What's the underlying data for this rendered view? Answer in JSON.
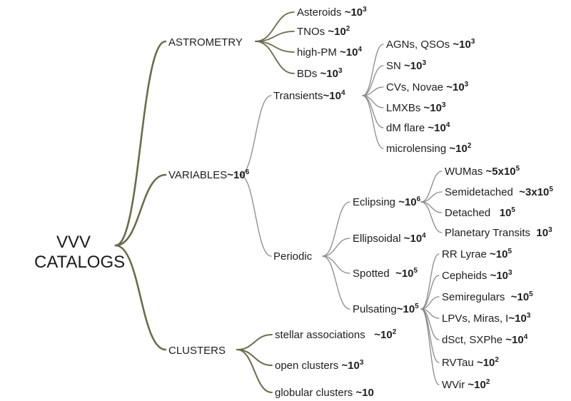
{
  "root": {
    "line1": "VVV",
    "line2": "CATALOGS"
  },
  "branches": {
    "astrometry": "ASTROMETRY",
    "variables": {
      "name": "VARIABLES",
      "count": {
        "pre": "~10",
        "exp": "6"
      }
    },
    "clusters": "CLUSTERS"
  },
  "astrometry_items": [
    {
      "name": "Asteroids",
      "count": {
        "pre": "~10",
        "exp": "3"
      }
    },
    {
      "name": "TNOs",
      "count": {
        "pre": "~10",
        "exp": "2"
      }
    },
    {
      "name": "high-PM",
      "count": {
        "pre": "~10",
        "exp": "4"
      }
    },
    {
      "name": "BDs",
      "count": {
        "pre": "~10",
        "exp": "3"
      }
    }
  ],
  "variables_groups": {
    "transients": {
      "name": "Transients",
      "count": {
        "pre": "~10",
        "exp": "4"
      }
    },
    "periodic": {
      "name": "Periodic"
    }
  },
  "transient_items": [
    {
      "name": "AGNs, QSOs",
      "count": {
        "pre": "~10",
        "exp": "3"
      }
    },
    {
      "name": "SN",
      "count": {
        "pre": "~10",
        "exp": "3"
      }
    },
    {
      "name": "CVs, Novae",
      "count": {
        "pre": "~10",
        "exp": "3"
      }
    },
    {
      "name": "LMXBs",
      "count": {
        "pre": "~10",
        "exp": "3"
      }
    },
    {
      "name": "dM flare",
      "count": {
        "pre": "~10",
        "exp": "4"
      }
    },
    {
      "name": "microlensing",
      "count": {
        "pre": "~10",
        "exp": "2"
      }
    }
  ],
  "periodic_items": {
    "eclipsing": {
      "name": "Eclipsing",
      "count": {
        "pre": "~10",
        "exp": "6"
      }
    },
    "ellipsoidal": {
      "name": "Ellipsoidal",
      "count": {
        "pre": "~10",
        "exp": "4"
      }
    },
    "spotted": {
      "name": "Spotted",
      "count": {
        "pre": "~10",
        "exp": "5"
      }
    },
    "pulsating": {
      "name": "Pulsating",
      "count": {
        "pre": "~10",
        "exp": "5"
      }
    }
  },
  "eclipsing_items": [
    {
      "name": "WUMas",
      "count": {
        "pre": "~5x10",
        "exp": "5"
      }
    },
    {
      "name": "Semidetached",
      "count": {
        "pre": "~3x10",
        "exp": "5"
      }
    },
    {
      "name": "Detached",
      "count": {
        "pre": "10",
        "exp": "5"
      }
    },
    {
      "name": "Planetary Transits",
      "count": {
        "pre": "10",
        "exp": "3"
      }
    }
  ],
  "pulsating_items": [
    {
      "name": "RR Lyrae",
      "count": {
        "pre": "~10",
        "exp": "5"
      }
    },
    {
      "name": "Cepheids",
      "count": {
        "pre": "~10",
        "exp": "3"
      }
    },
    {
      "name": "Semiregulars",
      "count": {
        "pre": "~10",
        "exp": "5"
      }
    },
    {
      "name": "LPVs, Miras, I",
      "count": {
        "pre": "~10",
        "exp": "3"
      }
    },
    {
      "name": "dSct, SXPhe",
      "count": {
        "pre": "~10",
        "exp": "4"
      }
    },
    {
      "name": "RVTau",
      "count": {
        "pre": "~10",
        "exp": "2"
      }
    },
    {
      "name": "WVir",
      "count": {
        "pre": "~10",
        "exp": "2"
      }
    }
  ],
  "cluster_items": [
    {
      "name": "stellar associations",
      "count": {
        "pre": "~10",
        "exp": "2"
      }
    },
    {
      "name": "open clusters",
      "count": {
        "pre": "~10",
        "exp": "3"
      }
    },
    {
      "name": "globular clusters",
      "count": {
        "pre": "~10",
        "exp": ""
      }
    }
  ],
  "colors": {
    "branch_line": "#6b6b4e",
    "fine_line": "#8a8a8a",
    "text": "#1e1e1e"
  }
}
